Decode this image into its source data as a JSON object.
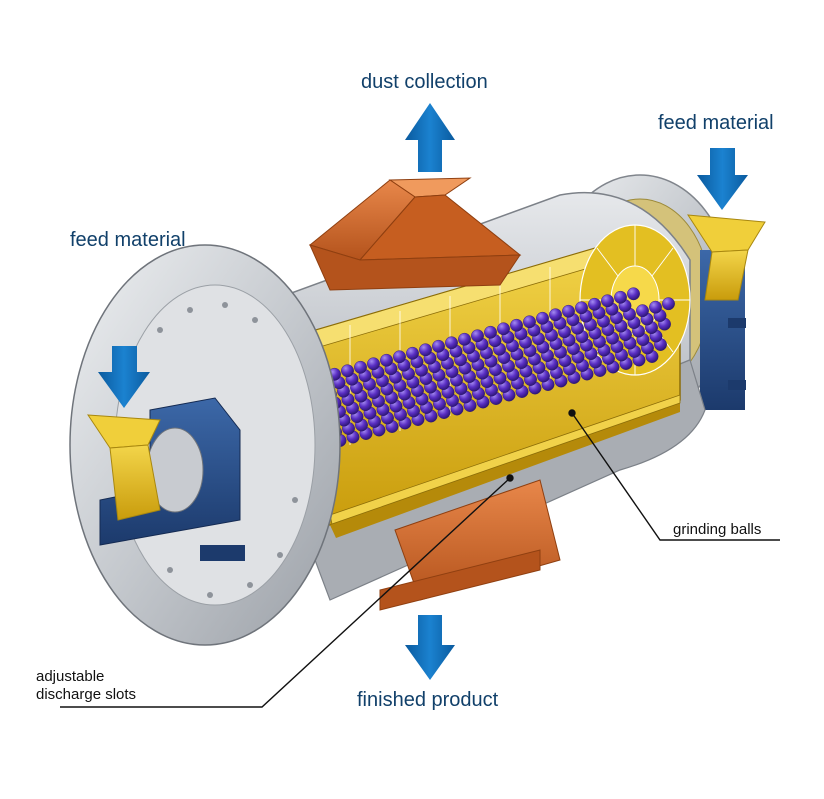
{
  "labels": {
    "dust_collection": "dust collection",
    "feed_material_left": "feed material",
    "feed_material_right": "feed material",
    "finished_product": "finished product",
    "grinding_balls": "grinding balls",
    "adjustable_line1": "adjustable",
    "adjustable_line2": "discharge slots"
  },
  "colors": {
    "arrow_blue": "#0c6db8",
    "label_text": "#11406a",
    "shell_gray": "#c9ccd1",
    "liner_yellow": "#e8c21a",
    "hood_orange": "#d2692a",
    "bearing_blue": "#27508f",
    "balls_purple": "#5a2fc4"
  }
}
